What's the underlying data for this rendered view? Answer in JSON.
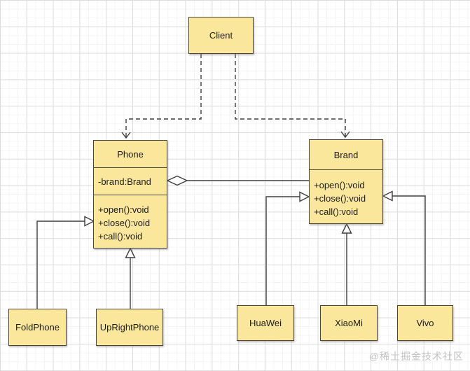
{
  "diagram": {
    "type": "uml-class-diagram",
    "pattern": "bridge",
    "classes": {
      "client": {
        "name": "Client"
      },
      "phone": {
        "name": "Phone",
        "attributes": [
          "-brand:Brand"
        ],
        "methods": [
          "+open():void",
          "+close():void",
          "+call():void"
        ]
      },
      "brand": {
        "name": "Brand",
        "methods": [
          "+open():void",
          "+close():void",
          "+call():void"
        ]
      },
      "foldphone": {
        "name": "FoldPhone"
      },
      "uprightphone": {
        "name": "UpRightPhone"
      },
      "huawei": {
        "name": "HuaWei"
      },
      "xiaomi": {
        "name": "XiaoMi"
      },
      "vivo": {
        "name": "Vivo"
      }
    },
    "relationships": [
      {
        "from": "Client",
        "to": "Phone",
        "type": "dependency"
      },
      {
        "from": "Client",
        "to": "Brand",
        "type": "dependency"
      },
      {
        "from": "Phone",
        "to": "Brand",
        "type": "aggregation"
      },
      {
        "from": "FoldPhone",
        "to": "Phone",
        "type": "generalization"
      },
      {
        "from": "UpRightPhone",
        "to": "Phone",
        "type": "generalization"
      },
      {
        "from": "HuaWei",
        "to": "Brand",
        "type": "generalization"
      },
      {
        "from": "XiaoMi",
        "to": "Brand",
        "type": "generalization"
      },
      {
        "from": "Vivo",
        "to": "Brand",
        "type": "generalization"
      }
    ],
    "colors": {
      "box_fill": "#fae79c",
      "box_border": "#4a4639",
      "line": "#3f3f3f",
      "grid_major": "#dcdcdc",
      "grid_minor": "#f4f4f4",
      "watermark": "#c3c3c3"
    },
    "watermark": "@稀土掘金技术社区"
  }
}
